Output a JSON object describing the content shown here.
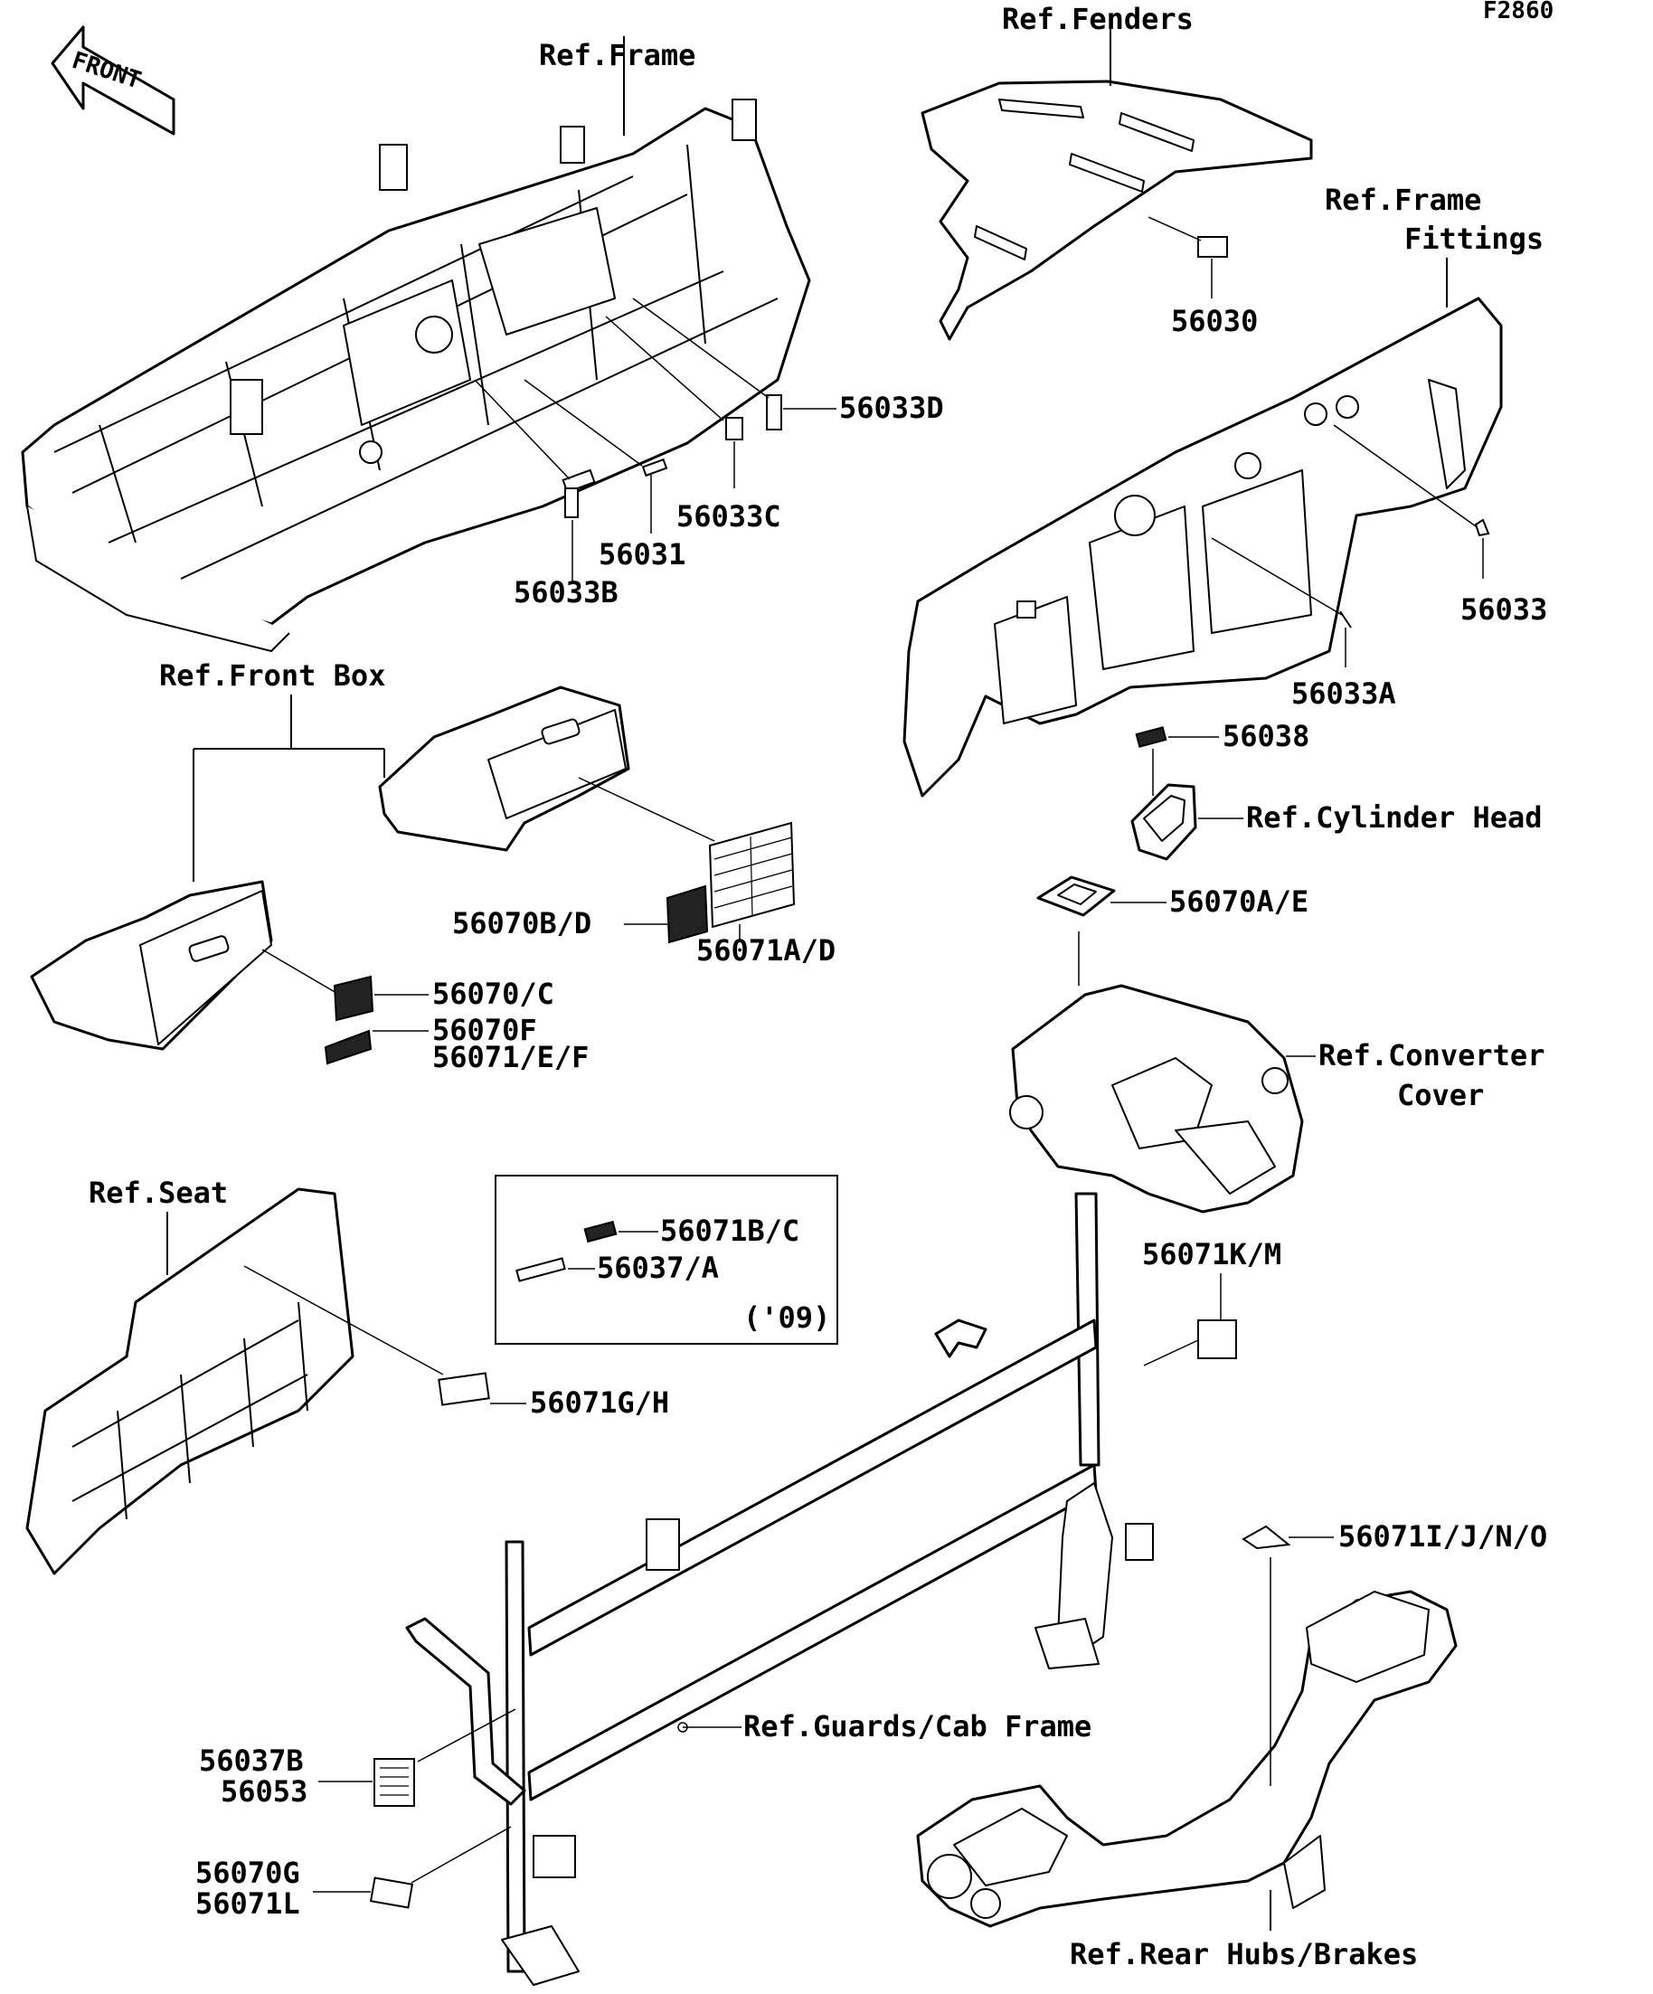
{
  "diagram_id": "F2860",
  "front_arrow": "FRONT",
  "refs": {
    "frame": "Ref.Frame",
    "fenders": "Ref.Fenders",
    "frame_fittings_1": "Ref.Frame",
    "frame_fittings_2": "Fittings",
    "front_box": "Ref.Front Box",
    "cylinder_head": "Ref.Cylinder Head",
    "converter_cover_1": "Ref.Converter",
    "converter_cover_2": "Cover",
    "seat": "Ref.Seat",
    "guards_cab_frame": "Ref.Guards/Cab Frame",
    "rear_hubs_brakes": "Ref.Rear Hubs/Brakes"
  },
  "parts": {
    "p56030": "56030",
    "p56033D": "56033D",
    "p56033C": "56033C",
    "p56031": "56031",
    "p56033B": "56033B",
    "p56033": "56033",
    "p56033A": "56033A",
    "p56038": "56038",
    "p56070AE": "56070A/E",
    "p56070BD": "56070B/D",
    "p56071AD": "56071A/D",
    "p56070C": "56070/C",
    "p56070F": "56070F",
    "p56071EF": "56071/E/F",
    "p56071BC": "56071B/C",
    "p56037A": "56037/A",
    "year_note": "('09)",
    "p56071KM": "56071K/M",
    "p56071GH": "56071G/H",
    "p56071IJNO": "56071I/J/N/O",
    "p56037B": "56037B",
    "p56053": "56053",
    "p56070G": "56070G",
    "p56071L": "56071L"
  }
}
